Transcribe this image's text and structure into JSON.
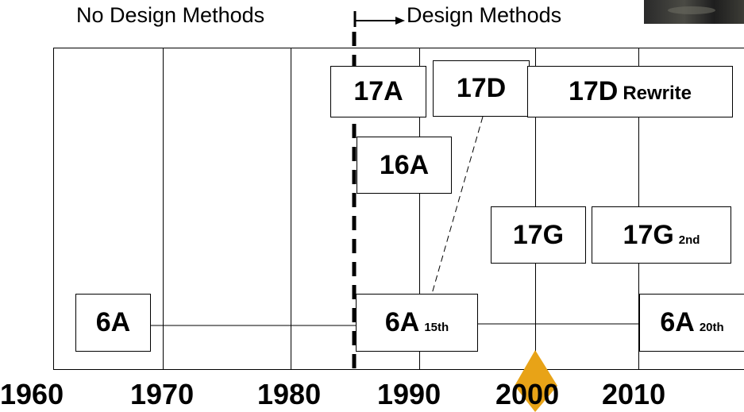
{
  "headers": {
    "left": "No Design Methods",
    "right": "Design Methods"
  },
  "years": [
    "1960",
    "1970",
    "1980",
    "1990",
    "2000",
    "2010"
  ],
  "boxes": {
    "b17a": {
      "main": "17A",
      "sub": ""
    },
    "b17d": {
      "main": "17D",
      "sub": ""
    },
    "b17d_rewrite": {
      "main": "17D",
      "sub": "Rewrite"
    },
    "b16a": {
      "main": "16A",
      "sub": ""
    },
    "b17g": {
      "main": "17G",
      "sub": ""
    },
    "b17g_2nd": {
      "main": "17G",
      "sub": "2nd"
    },
    "b6a": {
      "main": "6A",
      "sub": ""
    },
    "b6a_15th": {
      "main": "6A",
      "sub": "15th"
    },
    "b6a_20th": {
      "main": "6A",
      "sub": "20th"
    }
  },
  "colors": {
    "marker": "#e8a317",
    "lines": "#000000",
    "photo": "#333333"
  },
  "icons": {
    "year_marker": "triangle-marker-icon",
    "arrow": "arrow-right-icon"
  }
}
